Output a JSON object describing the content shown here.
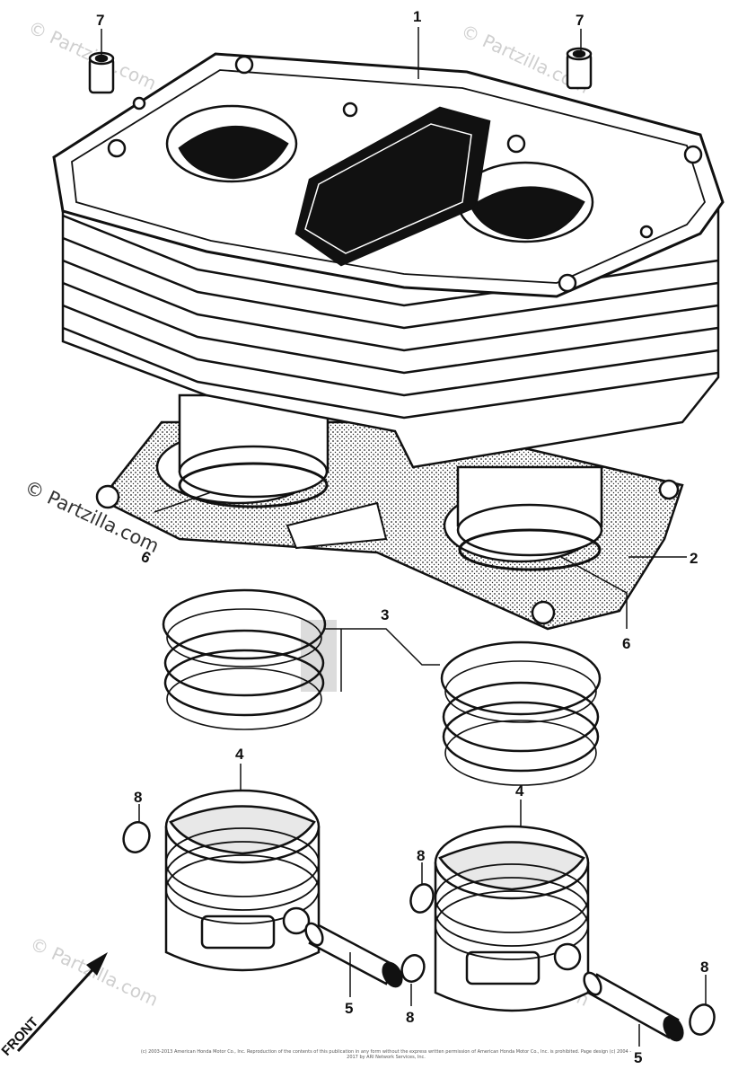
{
  "watermarks": {
    "brand": "© Partzilla.com"
  },
  "callouts": {
    "c1": "1",
    "c2": "2",
    "c3": "3",
    "c4a": "4",
    "c4b": "4",
    "c5a": "5",
    "c5b": "5",
    "c6a": "6",
    "c6b": "6",
    "c7a": "7",
    "c7b": "7",
    "c8a": "8",
    "c8b": "8",
    "c8c": "8",
    "c8d": "8"
  },
  "front_label": "FRONT",
  "copyright": "(c) 2003-2013 American Honda Motor Co., Inc. Reproduction of the contents of this publication in any form without the express written permission of American Honda Motor Co., Inc. is prohibited. Page design (c) 2004 - 2017 by ARI Network Services, Inc."
}
